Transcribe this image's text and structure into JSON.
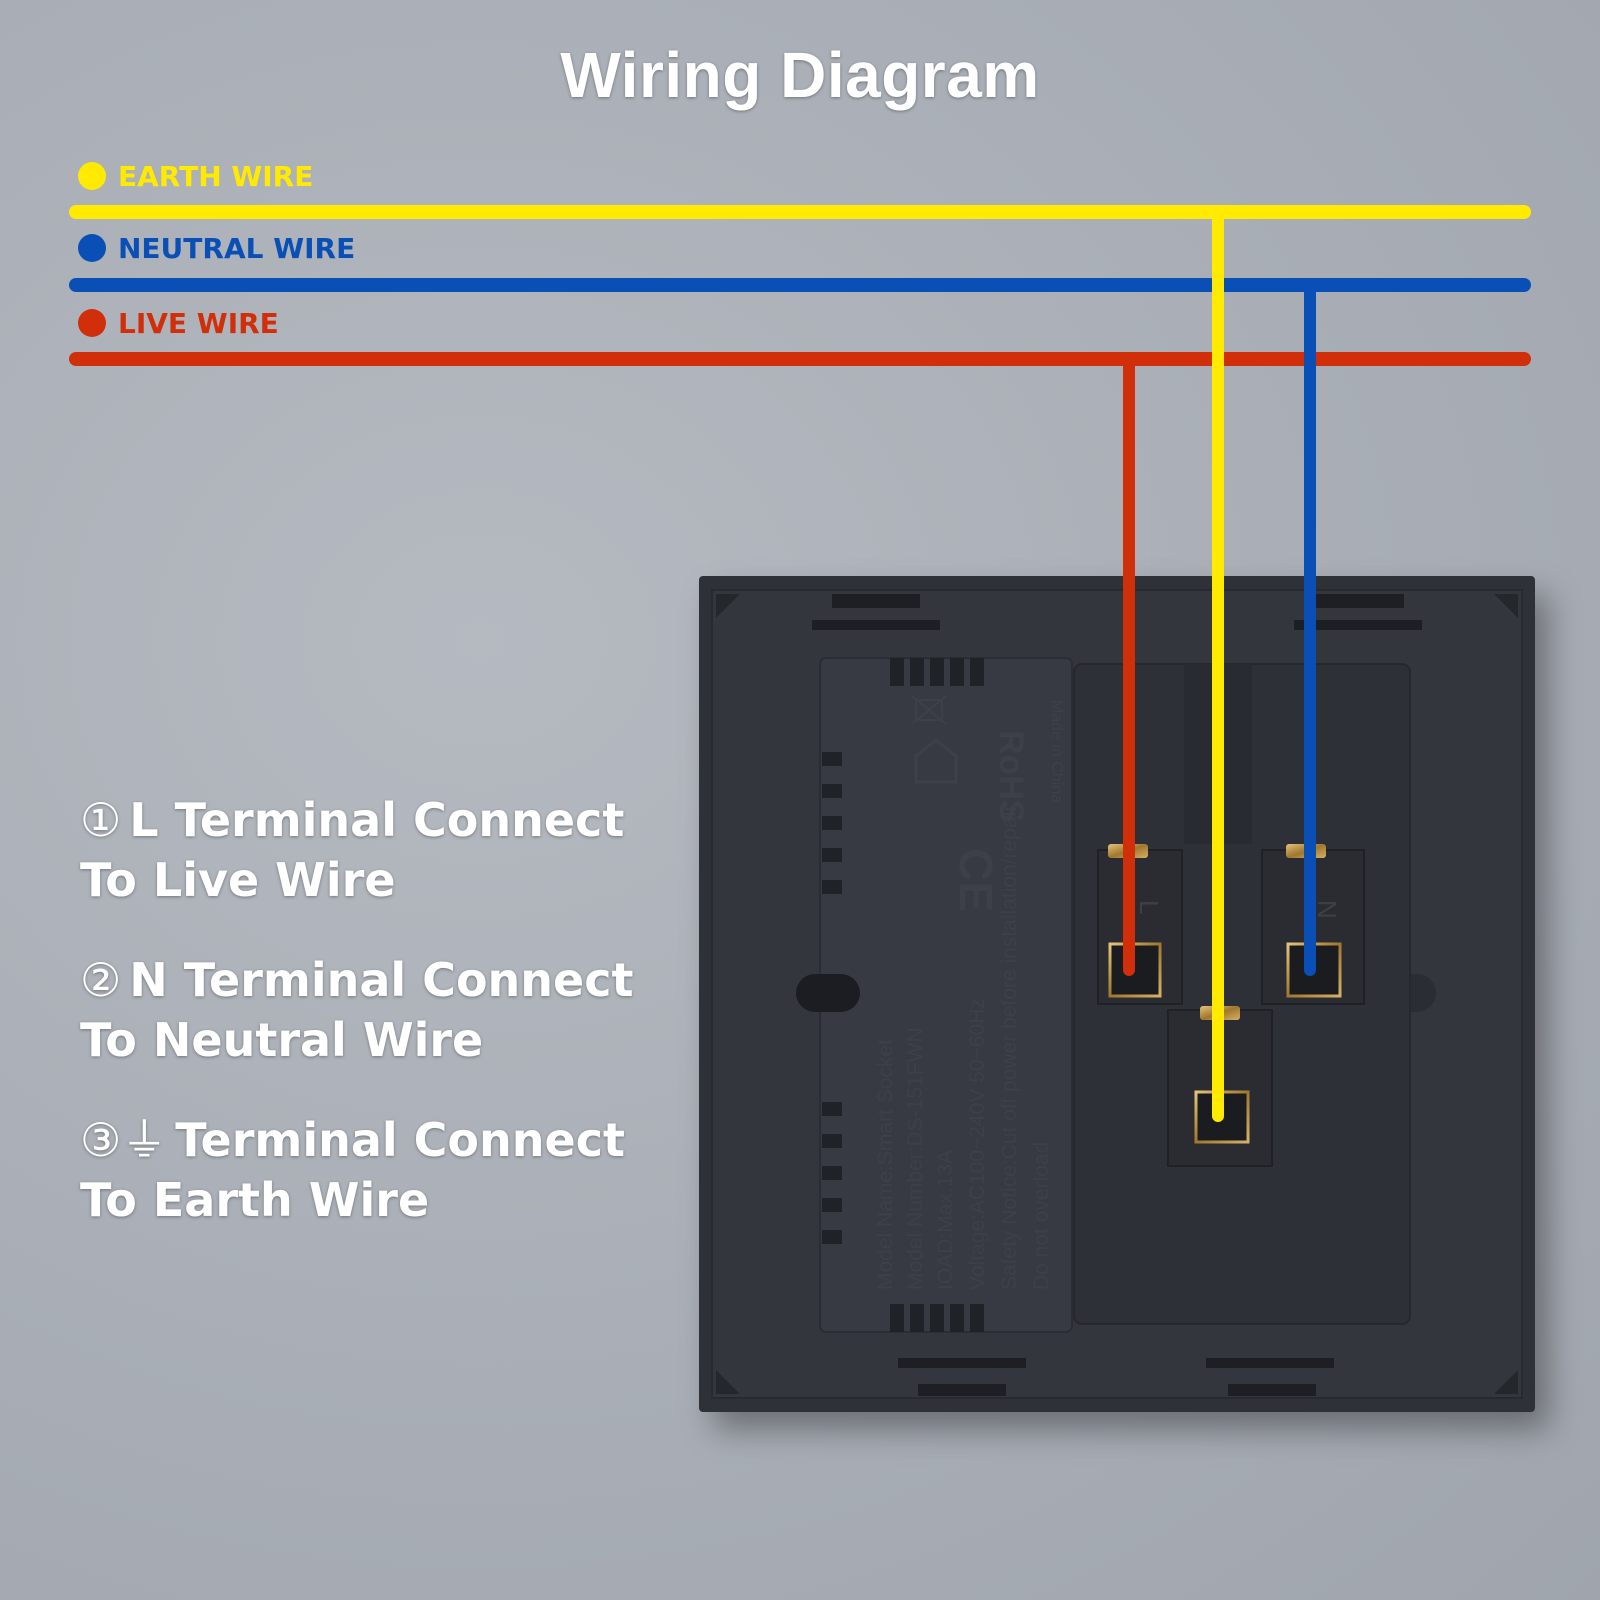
{
  "title": "Wiring Diagram",
  "legend": [
    {
      "label": "EARTH WIRE",
      "color": "#ffea00"
    },
    {
      "label": "NEUTRAL WIRE",
      "color": "#0a4fb5"
    },
    {
      "label": "LIVE WIRE",
      "color": "#d12f0a"
    }
  ],
  "instructions": [
    {
      "marker": "①",
      "line1": "L Terminal Connect",
      "line2": "To Live Wire"
    },
    {
      "marker": "②",
      "line1": "N Terminal Connect",
      "line2": "To Neutral Wire"
    },
    {
      "marker": "③⏚",
      "line1": "Terminal Connect",
      "line2": "To Earth Wire"
    }
  ],
  "socket_label": {
    "rohs": "RoHS",
    "ce": "CE",
    "origin": "Made in China",
    "model_name": "Model Name:Smart Socket",
    "model_number": "Model Number:DS-151FWN",
    "load": "IOAD:Max.13A",
    "voltage": "Voltage:AC100~240V 50~60Hz",
    "safety": "Safety Notice:Cut off power before installation/repair",
    "overload": "Do not overload",
    "terminal_l": "L",
    "terminal_n": "N"
  }
}
